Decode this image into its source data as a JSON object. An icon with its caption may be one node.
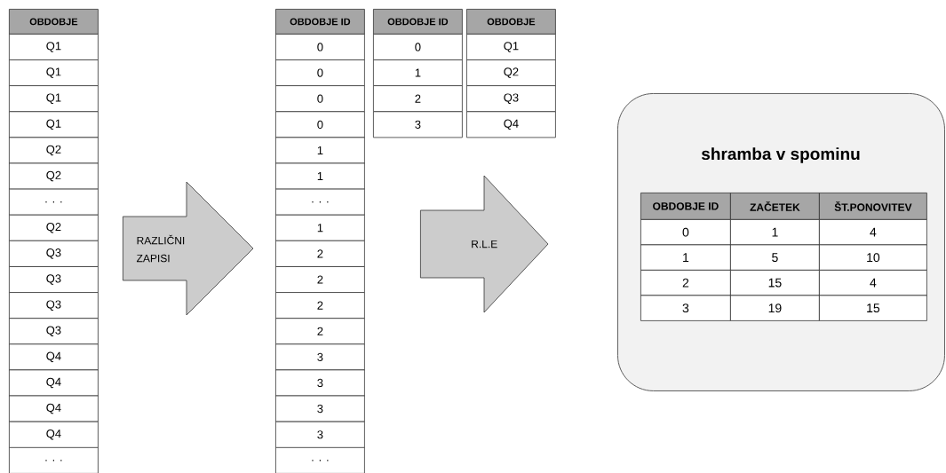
{
  "diagram": {
    "nodes": [
      {
        "text": [
          "OBDOBJE",
          "Q1",
          "Q1",
          "Q1",
          "Q1",
          "Q2",
          "Q2",
          ". . .",
          "Q2",
          "Q3",
          "Q3",
          "Q3",
          "Q3",
          "Q4",
          "Q4",
          "Q4",
          "Q4",
          ". . ."
        ]
      },
      {
        "text": [
          "OBDOBJE ID",
          "0",
          "0",
          "0",
          "0",
          "1",
          "1",
          ". . .",
          "1",
          "2",
          "2",
          "2",
          "2",
          "3",
          "3",
          "3",
          "3",
          ". . ."
        ]
      },
      {
        "text": [
          "OBDOBJE ID",
          "0",
          "1",
          "2",
          "3"
        ]
      },
      {
        "text": [
          "OBDOBJE",
          "Q1",
          "Q2",
          "Q3",
          "Q4"
        ]
      },
      {
        "text": [
          "shramba v spominu"
        ]
      },
      {
        "text": [
          "OBDOBJE ID",
          "ZAČETEK",
          "ŠT.PONOVITEV",
          "0",
          "1",
          "4",
          "1",
          "5",
          "10",
          "2",
          "15",
          "4",
          "3",
          "19",
          "15"
        ],
        "in": 4
      }
    ],
    "edges": [
      {
        "from": 0,
        "to": 1,
        "arrow": "to",
        "label": "RAZLIČNI ZAPISI"
      },
      {
        "from": 1,
        "to": 4,
        "arrow": "to",
        "label": "R.L.E"
      }
    ]
  }
}
